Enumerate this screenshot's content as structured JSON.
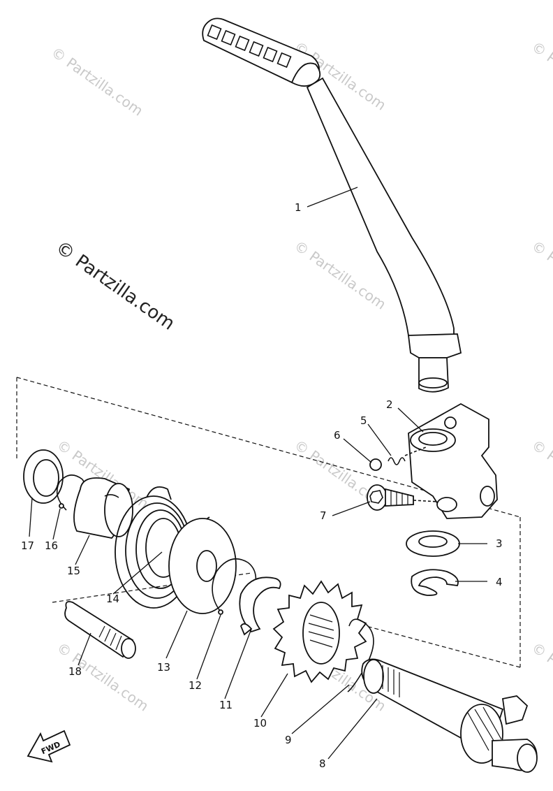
{
  "watermark": "© Partzilla.com",
  "fwd_label": "FWD",
  "parts": [
    {
      "num": "1",
      "name": "kick-crank"
    },
    {
      "num": "2",
      "name": "boss"
    },
    {
      "num": "3",
      "name": "washer"
    },
    {
      "num": "4",
      "name": "clip"
    },
    {
      "num": "5",
      "name": "spring"
    },
    {
      "num": "6",
      "name": "ball"
    },
    {
      "num": "7",
      "name": "bolt"
    },
    {
      "num": "8",
      "name": "kick-axle"
    },
    {
      "num": "9",
      "name": "clip"
    },
    {
      "num": "10",
      "name": "kick-gear"
    },
    {
      "num": "11",
      "name": "spring-guide"
    },
    {
      "num": "12",
      "name": "circlip"
    },
    {
      "num": "13",
      "name": "washer"
    },
    {
      "num": "14",
      "name": "torsion-spring"
    },
    {
      "num": "15",
      "name": "spring-cover"
    },
    {
      "num": "16",
      "name": "circlip"
    },
    {
      "num": "17",
      "name": "oil-seal"
    },
    {
      "num": "18",
      "name": "shaft"
    }
  ]
}
